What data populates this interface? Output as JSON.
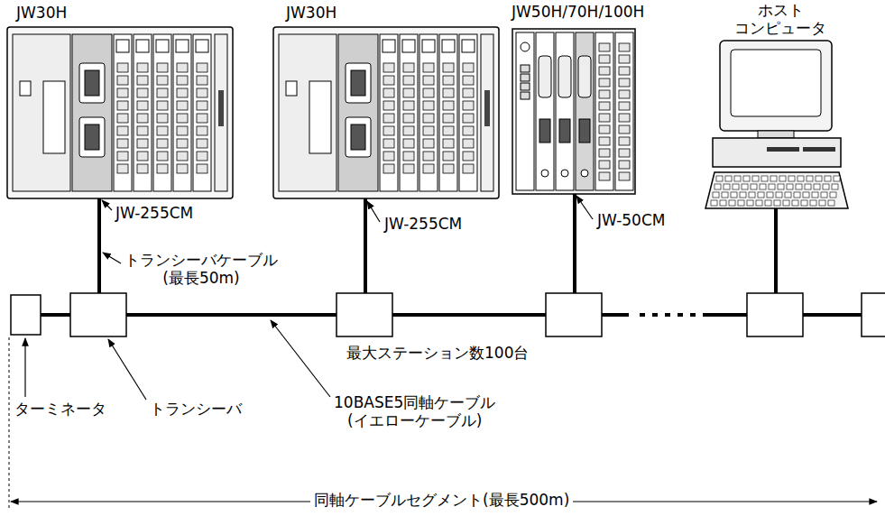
{
  "diagram": {
    "nodes": [
      {
        "text": [
          "JW30H"
        ]
      },
      {
        "text": [
          "JW30H"
        ]
      },
      {
        "text": [
          "JW50H/70H/100H"
        ]
      },
      {
        "text": [
          "ホスト コンピュータ"
        ]
      }
    ],
    "labels": [
      "JW-255CM",
      "JW-255CM",
      "JW-50CM",
      "トランシーバケーブル (最長50m)",
      "最大ステーション数100台",
      "ターミネータ",
      "トランシーバ",
      "10BASE5同軸ケーブル (イエローケーブル)",
      "同軸ケーブルセグメント(最長500m)"
    ]
  }
}
